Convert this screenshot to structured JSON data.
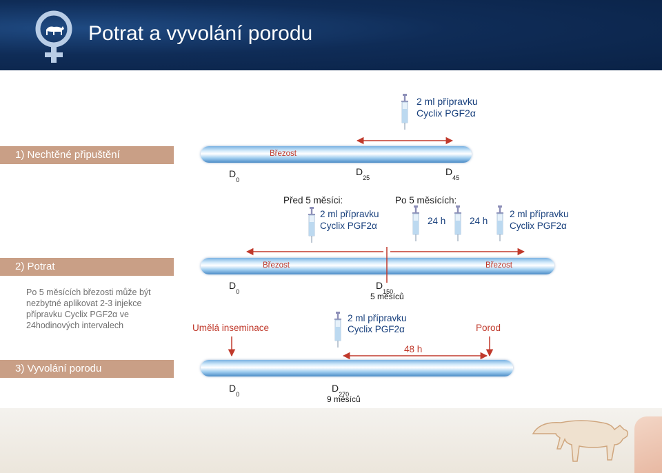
{
  "header": {
    "title": "Potrat a vyvolání porodu",
    "logo_icon": "cow-female-symbol-icon"
  },
  "sections": {
    "s1": {
      "label": "1) Nechtěné připuštění",
      "tube_label": "Březost",
      "d0": "D",
      "d0_sub": "0",
      "d25": "D",
      "d25_sub": "25",
      "d45": "D",
      "d45_sub": "45",
      "dose_line1": "2 ml přípravku",
      "dose_line2": "Cyclix PGF2α"
    },
    "s2": {
      "label": "2) Potrat",
      "tube_label_left": "Březost",
      "tube_label_right": "Březost",
      "before_title": "Před 5 měsíci:",
      "before_line1": "2 ml přípravku",
      "before_line2": "Cyclix PGF2α",
      "after_title": "Po 5 měsících:",
      "interval_1": "24 h",
      "interval_2": "24 h",
      "after_line1": "2 ml přípravku",
      "after_line2": "Cyclix PGF2α",
      "d0": "D",
      "d0_sub": "0",
      "d150": "D",
      "d150_sub": "150",
      "d150_months": "5 měsíců",
      "note": "Po 5 měsících březosti může být nezbytné aplikovat 2-3 injekce přípravku Cyclix PGF2α ve 24hodinových intervalech"
    },
    "s3": {
      "label": "3) Vyvolání porodu",
      "insemination": "Umělá inseminace",
      "dose_line1": "2 ml přípravku",
      "dose_line2": "Cyclix PGF2α",
      "birth": "Porod",
      "interval": "48 h",
      "d0": "D",
      "d0_sub": "0",
      "d270": "D",
      "d270_sub": "270",
      "d270_months": "9 měsíců"
    }
  },
  "colors": {
    "header_bg": "#0f2c57",
    "label_bar": "#c99f86",
    "arrow_red": "#c0392b",
    "text_blue": "#173f7c",
    "tube_blue": "#7ab2e2"
  }
}
